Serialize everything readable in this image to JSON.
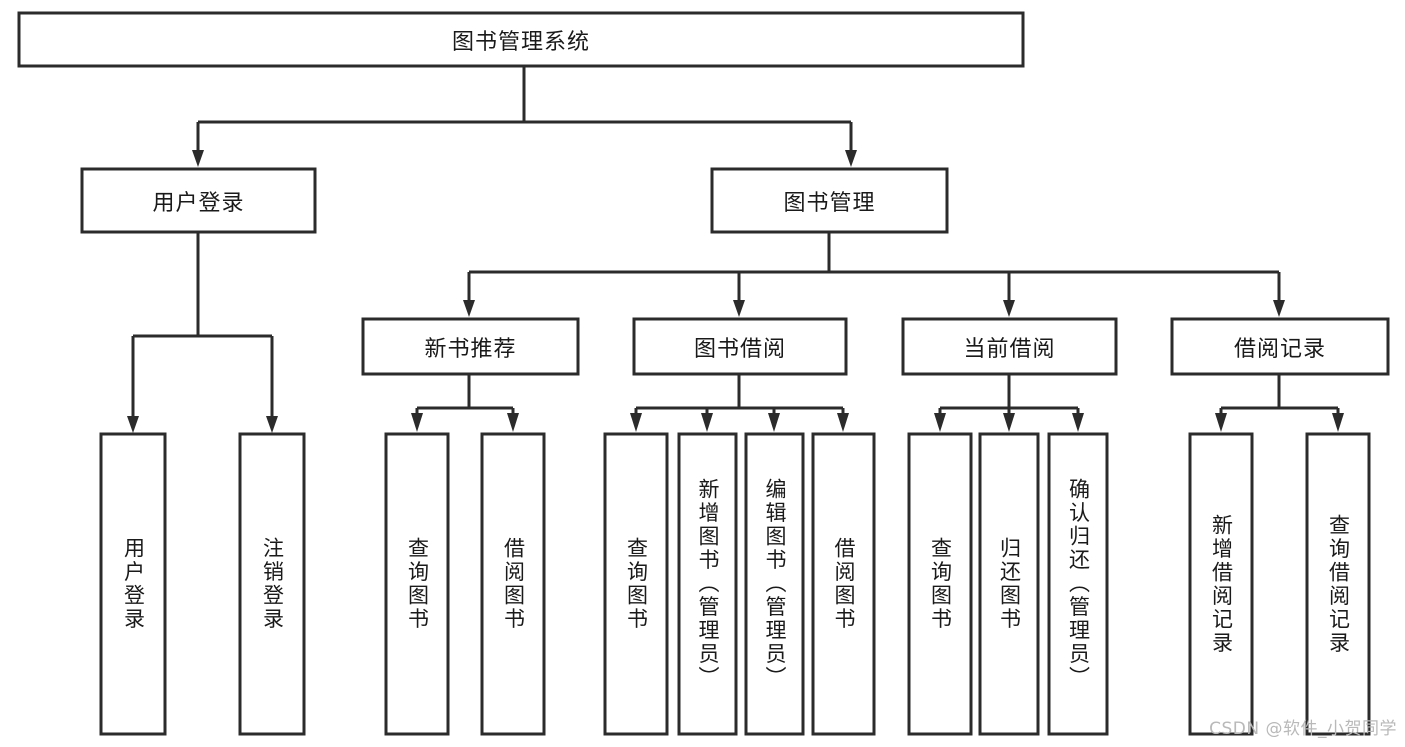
{
  "diagram": {
    "title": "图书管理系统",
    "type": "tree-hierarchy",
    "watermark": "CSDN @软件_小贺同学",
    "colors": {
      "box_stroke": "#2b2b2b",
      "box_fill": "#ffffff",
      "text": "#1a1a1a",
      "background": "#ffffff",
      "watermark": "#b9b9b9"
    },
    "root": {
      "label": "图书管理系统",
      "orientation": "horizontal"
    },
    "level2": [
      {
        "label": "用户登录",
        "orientation": "horizontal"
      },
      {
        "label": "图书管理",
        "orientation": "horizontal"
      }
    ],
    "level3": [
      {
        "label": "新书推荐",
        "orientation": "horizontal"
      },
      {
        "label": "图书借阅",
        "orientation": "horizontal"
      },
      {
        "label": "当前借阅",
        "orientation": "horizontal"
      },
      {
        "label": "借阅记录",
        "orientation": "horizontal"
      }
    ],
    "leaves": {
      "user_login": [
        {
          "label": "用户登录",
          "orientation": "vertical"
        },
        {
          "label": "注销登录",
          "orientation": "vertical"
        }
      ],
      "new_book_recommend": [
        {
          "label": "查询图书",
          "orientation": "vertical"
        },
        {
          "label": "借阅图书",
          "orientation": "vertical"
        }
      ],
      "book_borrow": [
        {
          "label": "查询图书",
          "orientation": "vertical"
        },
        {
          "label": "新增图书（管理员）",
          "orientation": "vertical"
        },
        {
          "label": "编辑图书（管理员）",
          "orientation": "vertical"
        },
        {
          "label": "借阅图书",
          "orientation": "vertical"
        }
      ],
      "current_borrow": [
        {
          "label": "查询图书",
          "orientation": "vertical"
        },
        {
          "label": "归还图书",
          "orientation": "vertical"
        },
        {
          "label": "确认归还（管理员）",
          "orientation": "vertical"
        }
      ],
      "borrow_record": [
        {
          "label": "新增借阅记录",
          "orientation": "vertical"
        },
        {
          "label": "查询借阅记录",
          "orientation": "vertical"
        }
      ]
    }
  }
}
